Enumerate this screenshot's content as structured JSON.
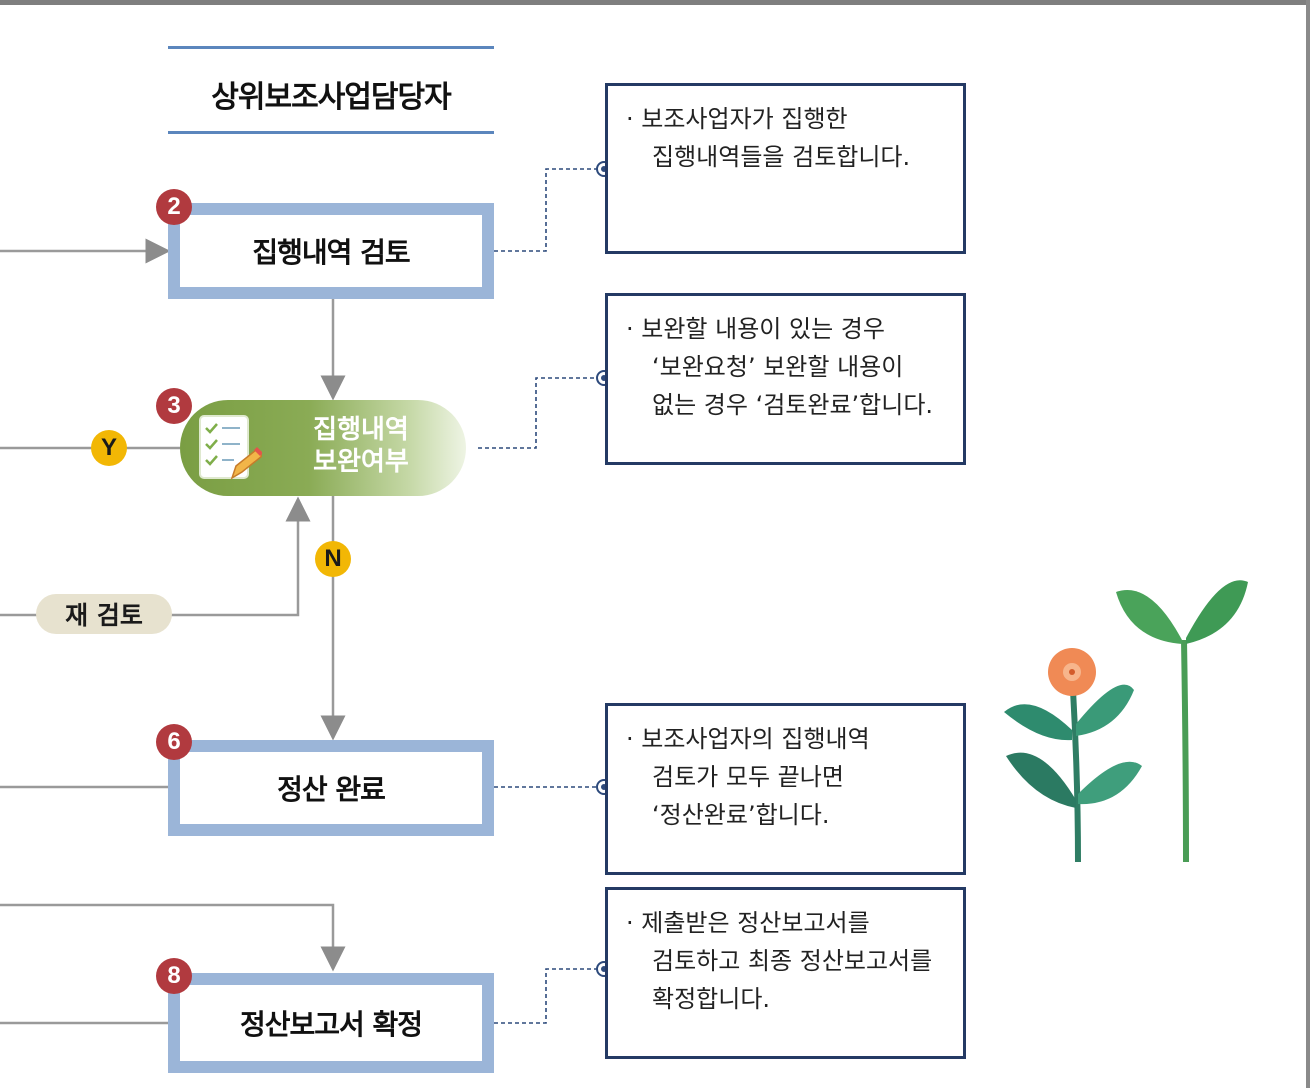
{
  "role": {
    "title": "상위보조사업담당자"
  },
  "steps": [
    {
      "number": "2",
      "label": "집행내역 검토"
    },
    {
      "number": "6",
      "label": "정산 완료"
    },
    {
      "number": "8",
      "label": "정산보고서 확정"
    }
  ],
  "decision": {
    "number": "3",
    "line1": "집행내역",
    "line2": "보완여부",
    "icon": "checklist-pencil-icon"
  },
  "branches": {
    "yes": "Y",
    "no": "N",
    "recheck": "재 검토"
  },
  "notes": [
    {
      "lines": [
        "· 보조사업자가 집행한",
        "집행내역들을 검토합니다."
      ]
    },
    {
      "lines": [
        "· 보완할 내용이 있는 경우",
        "‘보완요청’ 보완할 내용이",
        "없는 경우 ‘검토완료’합니다."
      ]
    },
    {
      "lines": [
        "· 보조사업자의 집행내역",
        "검토가 모두 끝나면",
        "‘정산완료’합니다."
      ]
    },
    {
      "lines": [
        "· 제출받은 정산보고서를",
        "검토하고 최종 정산보고서를",
        "확정합니다."
      ]
    }
  ],
  "colors": {
    "box_border": "#9bb5d8",
    "badge": "#b13a3f",
    "yn_badge": "#f2b705",
    "note_border": "#243a64",
    "decision": "#7a9e43"
  }
}
